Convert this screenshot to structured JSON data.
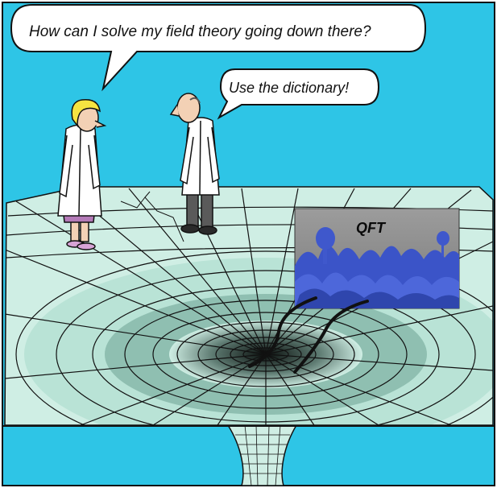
{
  "speech": {
    "question": "How can I solve my field theory going down there?",
    "answer": "Use the dictionary!"
  },
  "inset": {
    "label": "QFT"
  },
  "colors": {
    "sky": "#2ec5e6",
    "grid_fill": "#cfeee4",
    "grid_line": "#1a1a1a",
    "inset_blue": "#3b54c8",
    "inset_bg": "#8a8a8a"
  }
}
